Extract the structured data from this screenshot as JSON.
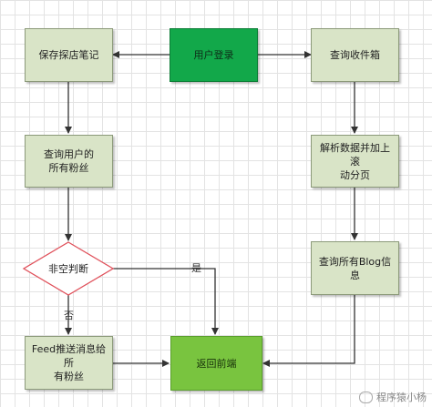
{
  "nodes": {
    "login": "用户登录",
    "save_note": "保存探店笔记",
    "query_inbox": "查询收件箱",
    "query_fans": "查询用户的\n所有粉丝",
    "parse_scroll": "解析数据并加上滚\n动分页",
    "null_check": "非空判断",
    "query_blogs": "查询所有Blog信息",
    "push_feed": "Feed推送消息给所\n有粉丝",
    "return_frontend": "返回前端"
  },
  "edge_labels": {
    "yes": "是",
    "no": "否"
  },
  "watermark": "程序猿小杨",
  "colors": {
    "process_fill": "#d9e4c7",
    "start_fill": "#12a84a",
    "end_fill": "#79c43f",
    "decision_stroke": "#e0505a"
  }
}
